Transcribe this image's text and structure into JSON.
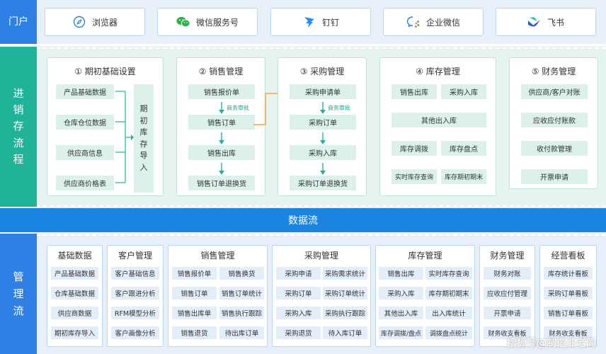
{
  "colors": {
    "portal_blue": "#2f80e5",
    "flow_green": "#21b39a",
    "data_blue": "#1b83e0",
    "arrow_green": "#21b39a",
    "arrow_orange": "#f5a23c"
  },
  "portal": {
    "label": "门户",
    "buttons": [
      {
        "label": "浏览器",
        "icon": "compass-icon"
      },
      {
        "label": "微信服务号",
        "icon": "wechat-icon"
      },
      {
        "label": "钉钉",
        "icon": "dingtalk-icon"
      },
      {
        "label": "企业微信",
        "icon": "wecom-icon"
      },
      {
        "label": "飞书",
        "icon": "feishu-icon"
      }
    ]
  },
  "flow": {
    "side_label": [
      "进",
      "销",
      "存",
      "流",
      "程"
    ],
    "panels": [
      {
        "title": "① 期初基础设置",
        "items": [
          "产品基础数据",
          "仓库仓位数据",
          "供应商信息",
          "供应商价格表"
        ],
        "side_box": [
          "期",
          "初",
          "库",
          "存",
          "导",
          "入"
        ]
      },
      {
        "title": "② 销售管理",
        "items": [
          "销售报价单",
          "销售订单",
          "销售出库",
          "销售订单退换货"
        ],
        "note": "商务审批"
      },
      {
        "title": "③ 采购管理",
        "items": [
          "采购申请单",
          "采购订单",
          "采购入库",
          "采购订单退换货"
        ],
        "note": "商务审批"
      },
      {
        "title": "④ 库存管理",
        "items": [
          "销售出库",
          "采购入库",
          "其他出入库",
          "库存调拨",
          "库存盘点",
          "实时库存查询",
          "库存期初期末"
        ]
      },
      {
        "title": "⑤ 财务管理",
        "items": [
          "供应商/客户对账",
          "应收应付账款",
          "收付款管理",
          "开票申请"
        ]
      }
    ]
  },
  "data_stream": {
    "label": "数据流"
  },
  "management": {
    "side_label": [
      "管",
      "理",
      "流"
    ],
    "panels": [
      {
        "title": "基础数据",
        "items": [
          "产品基础数据",
          "仓库基础数据",
          "供应商数据",
          "期初库存导入"
        ]
      },
      {
        "title": "客户管理",
        "items": [
          "客户基础信息",
          "客户跟进分析",
          "RFM模型分析",
          "客户画像分析"
        ]
      },
      {
        "title": "销售管理",
        "items": [
          "销售报价单",
          "销售换货",
          "销售订单",
          "销售订单统计",
          "销售出库单",
          "销售执行跟踪",
          "销售退货",
          "待出库订单"
        ]
      },
      {
        "title": "采购管理",
        "items": [
          "采购申请",
          "采购需求统计",
          "采购订单",
          "采购订单统计",
          "采购入库",
          "采购执行跟踪",
          "采购退货",
          "待入库订单"
        ]
      },
      {
        "title": "库存管理",
        "items": [
          "销售出库",
          "实时库存查询",
          "采购入库",
          "库存期初期末",
          "其他出入库",
          "出入库统计",
          "库存调拨/盘点",
          "调拨盘点统计"
        ]
      },
      {
        "title": "财务管理",
        "items": [
          "财务对账",
          "应收应付管理",
          "开票申请",
          "财务收支看板"
        ]
      },
      {
        "title": "经营看板",
        "items": [
          "库存统计看板",
          "采购订单看板",
          "销售订单看板",
          "财务收支看板"
        ]
      }
    ]
  },
  "watermark": "搜狐号@制造业老简"
}
